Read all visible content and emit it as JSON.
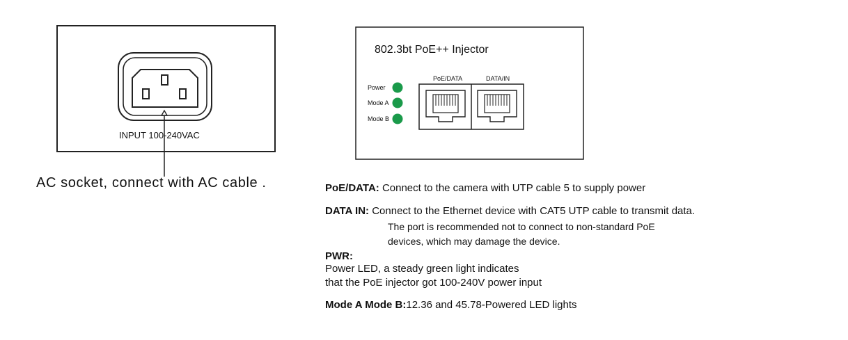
{
  "ac_panel": {
    "input_label": "INPUT  100-240VAC",
    "callout": "AC socket, connect with AC cable ."
  },
  "injector_panel": {
    "title": "802.3bt PoE++ Injector",
    "leds": [
      {
        "label": "Power",
        "color": "#1a9a4a"
      },
      {
        "label": "Mode A",
        "color": "#1a9a4a"
      },
      {
        "label": "Mode B",
        "color": "#1a9a4a"
      }
    ],
    "ports": [
      {
        "label": "PoE/DATA"
      },
      {
        "label": "DATA/IN"
      }
    ]
  },
  "descriptions": {
    "poe_data": {
      "term": "PoE/DATA:",
      "text": " Connect to the camera with UTP cable 5 to supply power"
    },
    "data_in": {
      "term": "DATA IN:",
      "text": " Connect to the Ethernet device with CAT5 UTP cable to transmit data."
    },
    "data_in_note_1": "The port is recommended not to connect to non-standard PoE",
    "data_in_note_2": "devices, which may damage the device.",
    "pwr": {
      "term": "PWR:"
    },
    "pwr_line_1": "Power LED, a steady green light indicates",
    "pwr_line_2": "that the PoE injector got 100-240V power input",
    "mode": {
      "term": "Mode A Mode B:",
      "text": "12.36 and 45.78-Powered LED lights"
    }
  }
}
